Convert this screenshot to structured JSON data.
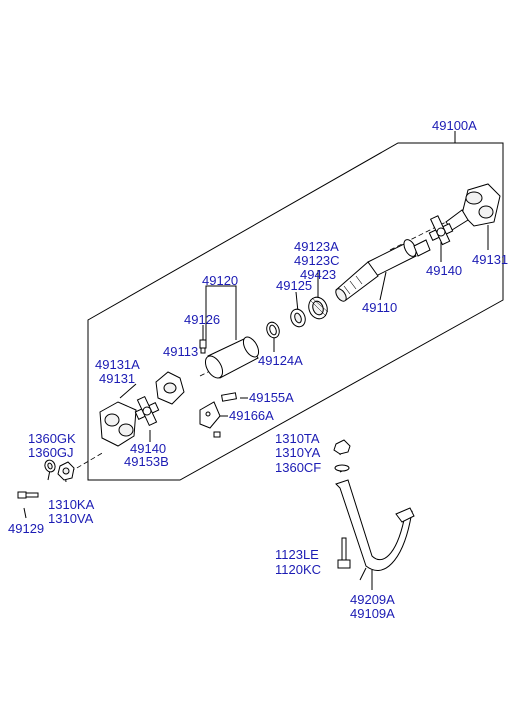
{
  "colors": {
    "label": "#1c1cb4",
    "line": "#000000",
    "background": "#ffffff"
  },
  "labels": {
    "p49100A": "49100A",
    "p49131_top": "49131",
    "p49140_top": "49140",
    "p49123A": "49123A",
    "p49123C": "49123C",
    "p49423": "49423",
    "p49125": "49125",
    "p49110": "49110",
    "p49120": "49120",
    "p49126": "49126",
    "p49113": "49113",
    "p49124A": "49124A",
    "p49131A": "49131A",
    "p49131_left": "49131",
    "p49155A": "49155A",
    "p49166A": "49166A",
    "p49140_left": "49140",
    "p49153B": "49153B",
    "p1360GK": "1360GK",
    "p1360GJ": "1360GJ",
    "p1310KA": "1310KA",
    "p1310VA": "1310VA",
    "p49129": "49129",
    "p1310TA": "1310TA",
    "p1310YA": "1310YA",
    "p1360CF": "1360CF",
    "p1123LE": "1123LE",
    "p1120KC": "1120KC",
    "p49209A": "49209A",
    "p49109A": "49109A"
  }
}
